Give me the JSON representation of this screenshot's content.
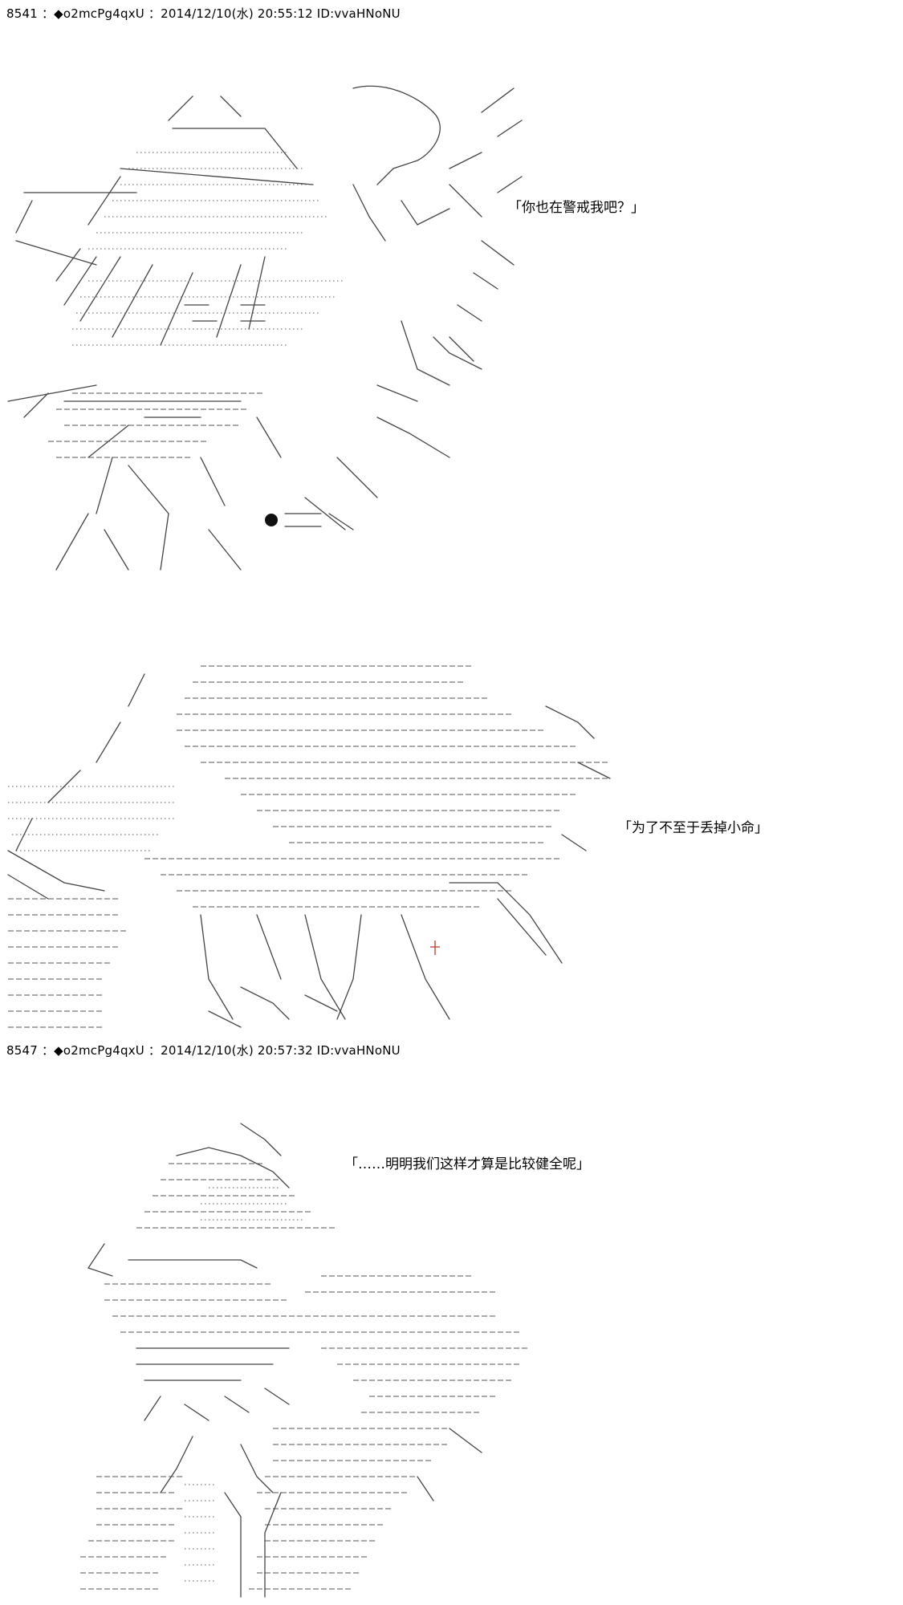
{
  "posts": [
    {
      "header": "8541 ：◆o2mcPg4qxU ：2014/12/10(水) 20:55:12 ID:vvaHNoNU",
      "speech_lines": [
        "「你也在警戒我吧？」",
        "「为了不至于丢掉小命」"
      ]
    },
    {
      "header": "8547 ：◆o2mcPg4qxU ：2014/12/10(水) 20:57:32 ID:vvaHNoNU",
      "speech_lines": [
        "「……明明我们这样才算是比较健全呢」"
      ]
    }
  ],
  "colors": {
    "background": "#ffffff",
    "text": "#000000",
    "art_stroke": "#444444",
    "accent_red": "#c0392b"
  }
}
